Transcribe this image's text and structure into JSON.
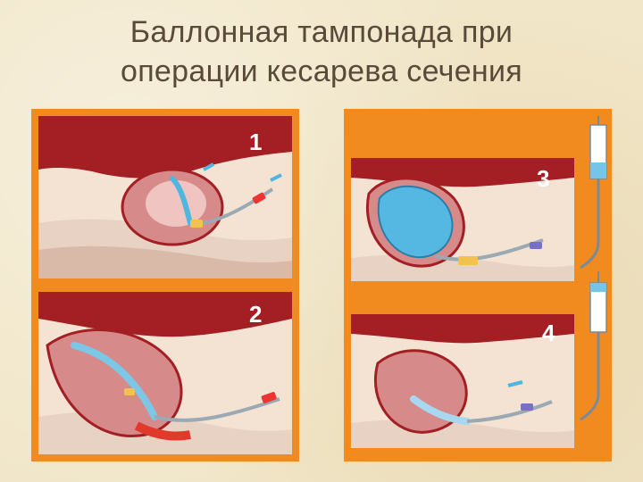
{
  "title": {
    "line1": "Баллонная тампонада при",
    "line2": "операции кесарева сечения"
  },
  "panels": [
    {
      "number": "1"
    },
    {
      "number": "2"
    },
    {
      "number": "3"
    },
    {
      "number": "4"
    }
  ],
  "colors": {
    "background": "#f1e6c8",
    "frame": "#f18a1f",
    "tissue_dark": "#a31f24",
    "tissue_light": "#f4e3d3",
    "uterus": "#d78a8a",
    "balloon": "#4fb6e0",
    "catheter_yellow": "#f2c14e"
  }
}
